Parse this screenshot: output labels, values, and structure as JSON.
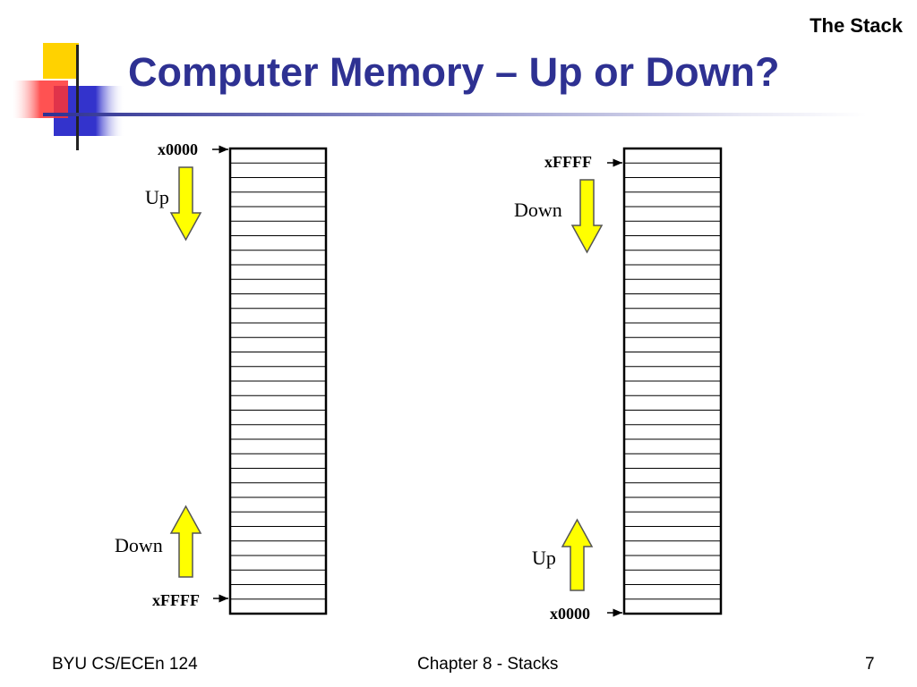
{
  "header": {
    "topic": "The Stack",
    "title": "Computer Memory – Up or Down?"
  },
  "left_column": {
    "top_address": "x0000",
    "bottom_address": "xFFFF",
    "top_direction": "Up",
    "bottom_direction": "Down"
  },
  "right_column": {
    "top_address": "xFFFF",
    "bottom_address": "x0000",
    "top_direction": "Down",
    "bottom_direction": "Up"
  },
  "colors": {
    "title": "#2e3192",
    "arrow_fill": "#ffff00",
    "logo_yellow": "#ffd200",
    "logo_blue": "#3333cc",
    "logo_red": "#ff3333"
  },
  "footer": {
    "left": "BYU CS/ECEn 124",
    "center": "Chapter 8 - Stacks",
    "page": "7"
  }
}
